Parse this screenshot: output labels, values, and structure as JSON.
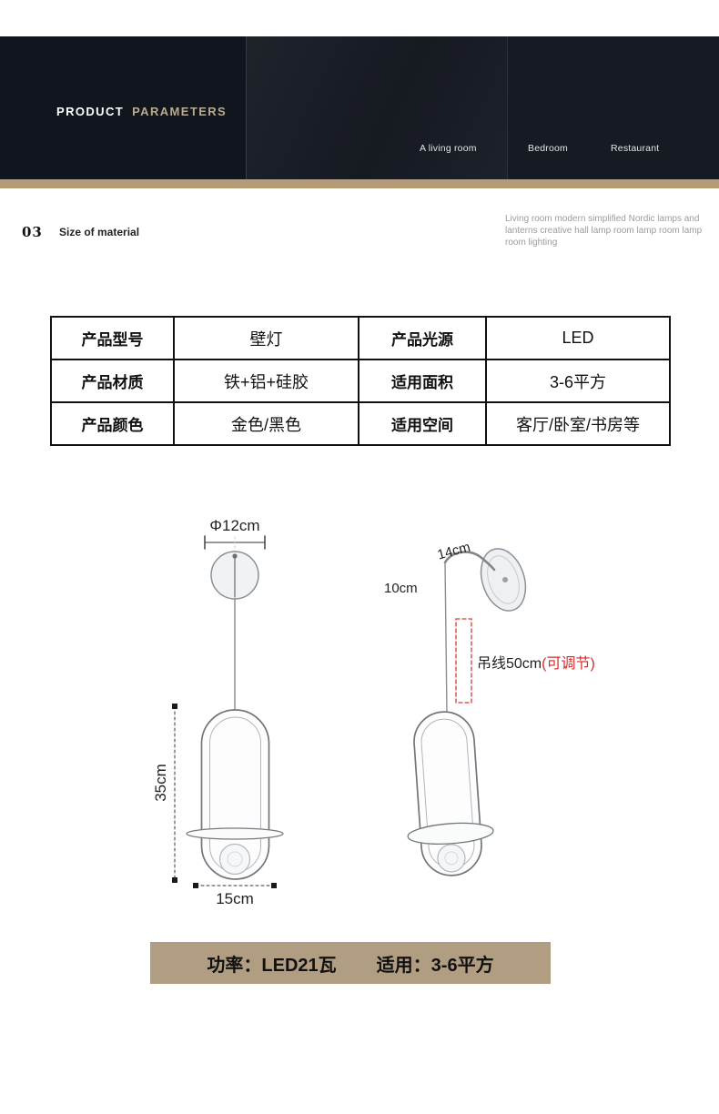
{
  "theme": {
    "dark": "#11151d",
    "gold": "#b59b76",
    "banner": "#b19e82",
    "accent_red": "#d42a2a"
  },
  "header": {
    "title_primary": "PRODUCT",
    "title_secondary": "PARAMETERS",
    "rooms": [
      {
        "label": "A living room"
      },
      {
        "label": "Bedroom"
      },
      {
        "label": "Restaurant"
      }
    ]
  },
  "section": {
    "index": "03",
    "title": "Size of material",
    "note": "Living room modern simplified Nordic lamps and lanterns creative hall lamp room lamp room lamp room lighting"
  },
  "spec_table": {
    "rows": [
      {
        "k1": "产品型号",
        "v1": "壁灯",
        "k2": "产品光源",
        "v2": "LED"
      },
      {
        "k1": "产品材质",
        "v1": "铁+铝+硅胶",
        "k2": "适用面积",
        "v2": "3-6平方"
      },
      {
        "k1": "产品颜色",
        "v1": "金色/黑色",
        "k2": "适用空间",
        "v2": "客厅/卧室/书房等"
      }
    ]
  },
  "dimensions": {
    "pendant": {
      "diameter": "Φ12cm",
      "height": "35cm",
      "width": "15cm"
    },
    "wall": {
      "arm": "14cm",
      "drop": "10cm",
      "cord": "吊线50cm",
      "cord_note": "(可调节)"
    }
  },
  "banner": {
    "power": "功率：LED21瓦",
    "area": "适用：3-6平方"
  }
}
